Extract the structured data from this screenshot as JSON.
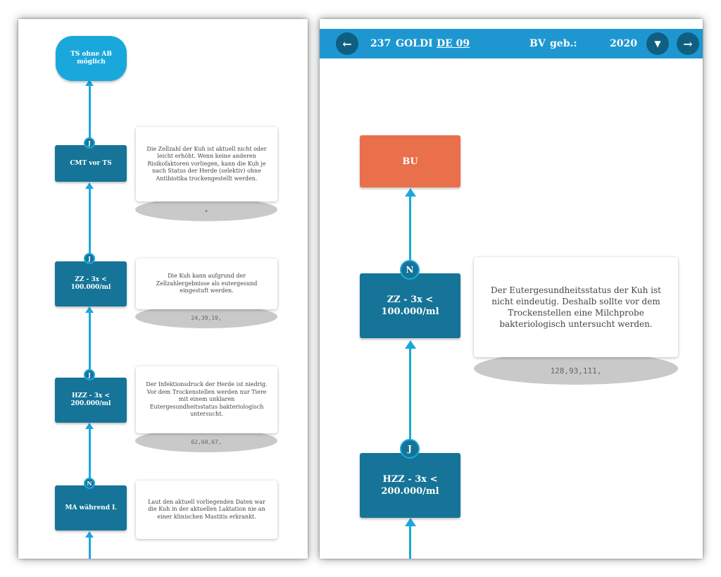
{
  "colors": {
    "primary_dark": "#157497",
    "primary_light": "#1aa8dc",
    "header_bar": "#1e97d1",
    "alert": "#e9704a",
    "ellipse_gray": "#c9c9c9"
  },
  "left": {
    "nodes": {
      "ts": "TS ohne AB möglich",
      "cmt": "CMT vor TS",
      "zz": "ZZ - 3x < 100.000/ml",
      "hzz": "HZZ - 3x < 200.000/ml",
      "ma": "MA während L"
    },
    "badges": {
      "cmt": "J",
      "zz": "J",
      "hzz": "J",
      "ma": "N"
    },
    "cards": {
      "cmt": "Die Zellzahl der Kuh ist aktuell nicht oder leicht erhöht. Wenn keine anderen Risikofaktoren vorliegen, kann die Kuh je nach Status der Herde (selektiv) ohne Antibiotika trockengestellt werden.",
      "zz": "Die Kuh kann aufgrund der Zellzahlergebnisse als  eutergesund eingestuft werden.",
      "hzz": "Der Infektionsdruck der Herde ist niedrig. Vor dem Trockenstellen werden nur Tiere mit einem unklaren Eutergesundheitsstatus bakteriologisch untersucht.",
      "ma": "Laut den aktuell vorliegenden Daten war die Kuh in der aktuellen Laktation nie an einer klinischen Mastitis erkrankt."
    },
    "ellipses": {
      "cmt": "+",
      "zz": "24,39,19,",
      "hzz": "62,60,67,"
    }
  },
  "right": {
    "header": {
      "number": "237",
      "name": "GOLDI",
      "link": "DE 09",
      "bv_label": "BV",
      "geb_label": "geb.:",
      "year": "2020"
    },
    "nodes": {
      "bu": "BU",
      "zz": "ZZ - 3x < 100.000/ml",
      "hzz": "HZZ - 3x < 200.000/ml"
    },
    "badges": {
      "zz": "N",
      "hzz": "J"
    },
    "card": "Der Eutergesundheitsstatus der Kuh ist nicht eindeutig. Deshalb sollte vor dem Trockenstellen eine Milchprobe bakteriologisch untersucht werden.",
    "ellipse": "128,93,111,",
    "icons": {
      "prev": "arrow-left-icon",
      "dropdown": "caret-down-icon",
      "next": "arrow-right-icon"
    }
  }
}
